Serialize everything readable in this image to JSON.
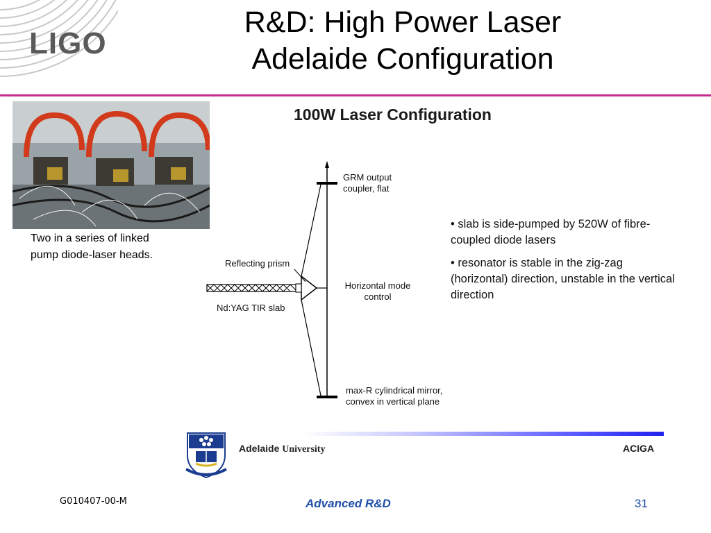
{
  "header": {
    "logo_text": "LIGO",
    "title_line1": "R&D: High Power Laser",
    "title_line2": "Adelaide Configuration"
  },
  "photo": {
    "caption_line1": "Two in a series of linked",
    "caption_line2": "pump diode-laser heads."
  },
  "diagram": {
    "title": "100W Laser Configuration",
    "labels": {
      "grm_line1": "GRM output",
      "grm_line2": "coupler, flat",
      "prism": "Reflecting prism",
      "hmc_line1": "Horizontal mode",
      "hmc_line2": "control",
      "slab": "Nd:YAG  TIR slab",
      "mirror_line1": "max-R cylindrical mirror,",
      "mirror_line2": "convex in vertical plane"
    }
  },
  "bullets": [
    "• slab is side-pumped by 520W of fibre-coupled diode lasers",
    "• resonator is stable in the zig-zag (horizontal) direction, unstable in the vertical direction"
  ],
  "institution": {
    "name_bold": "Adelaide",
    "name_rest": "University",
    "aciga": "ACIGA"
  },
  "footer": {
    "doc_id": "G010407-00-M",
    "center": "Advanced R&D",
    "page": "31"
  },
  "colors": {
    "title_rule": "#c62a8c",
    "footer_text": "#1f4fa8",
    "logo_gray": "#5a5a5a"
  },
  "icons": [
    "ligo-logo-arcs",
    "adelaide-crest"
  ]
}
